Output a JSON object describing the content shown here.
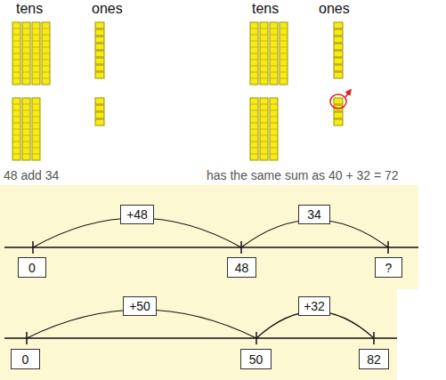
{
  "diagram": {
    "nodes": [
      {
        "text": [
          "+48"
        ]
      },
      {
        "text": [
          "34"
        ]
      },
      {
        "text": [
          "0"
        ]
      },
      {
        "text": [
          "48"
        ]
      },
      {
        "text": [
          "?"
        ]
      },
      {
        "text": [
          "+50"
        ]
      },
      {
        "text": [
          "+32"
        ]
      },
      {
        "text": [
          "0"
        ]
      },
      {
        "text": [
          "50"
        ]
      },
      {
        "text": [
          "82"
        ]
      }
    ],
    "labels": [
      "tens",
      "ones",
      "tens",
      "ones",
      "48 add 34",
      "has the same sum as 40 + 32 = 72"
    ]
  }
}
